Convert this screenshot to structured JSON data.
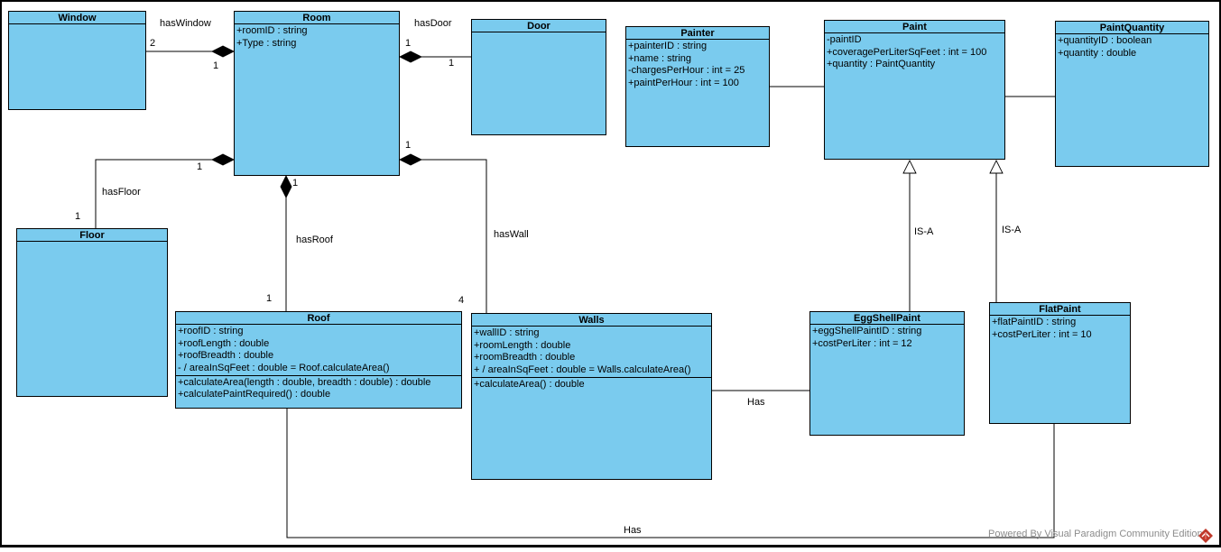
{
  "diagram": {
    "type": "uml-class-diagram",
    "classes": [
      {
        "name": "Window",
        "attributes": [],
        "operations": []
      },
      {
        "name": "Room",
        "attributes": [
          "+roomID : string",
          "+Type : string"
        ],
        "operations": []
      },
      {
        "name": "Door",
        "attributes": [],
        "operations": []
      },
      {
        "name": "Painter",
        "attributes": [
          "+painterID : string",
          "+name : string",
          "-chargesPerHour : int = 25",
          "+paintPerHour : int = 100"
        ],
        "operations": []
      },
      {
        "name": "Paint",
        "attributes": [
          "-paintID",
          "+coveragePerLiterSqFeet : int = 100",
          "+quantity : PaintQuantity"
        ],
        "operations": []
      },
      {
        "name": "PaintQuantity",
        "attributes": [
          "+quantityID : boolean",
          "+quantity : double"
        ],
        "operations": []
      },
      {
        "name": "Floor",
        "attributes": [],
        "operations": []
      },
      {
        "name": "Roof",
        "attributes": [
          "+roofID : string",
          "+roofLength : double",
          "+roofBreadth : double",
          "- / areaInSqFeet : double = Roof.calculateArea()"
        ],
        "operations": [
          "+calculateArea(length : double, breadth : double) : double",
          "+calculatePaintRequired() : double"
        ]
      },
      {
        "name": "Walls",
        "attributes": [
          "+wallID : string",
          "+roomLength : double",
          "+roomBreadth : double",
          "+ / areaInSqFeet : double = Walls.calculateArea()"
        ],
        "operations": [
          "+calculateArea() : double"
        ]
      },
      {
        "name": "EggShellPaint",
        "attributes": [
          "+eggShellPaintID : string",
          "+costPerLiter : int = 12"
        ],
        "operations": []
      },
      {
        "name": "FlatPaint",
        "attributes": [
          "+flatPaintID : string",
          "+costPerLiter : int = 10"
        ],
        "operations": []
      }
    ],
    "associations": {
      "hasWindow": {
        "label": "hasWindow",
        "mult_window": "2",
        "mult_room": "1"
      },
      "hasDoor": {
        "label": "hasDoor",
        "mult_room": "1",
        "mult_door": "1"
      },
      "hasFloor": {
        "label": "hasFloor",
        "mult_room": "1",
        "mult_floor": "1"
      },
      "hasRoof": {
        "label": "hasRoof",
        "mult_room": "1",
        "mult_roof": "1"
      },
      "hasWall": {
        "label": "hasWall",
        "mult_room": "1",
        "mult_walls": "4"
      },
      "isA_eggshell": {
        "label": "IS-A"
      },
      "isA_flat": {
        "label": "IS-A"
      },
      "has_walls_eggshell": {
        "label": "Has"
      },
      "has_roof_flatpaint": {
        "label": "Has"
      }
    },
    "watermark": "Powered By Visual Paradigm Community Edition",
    "colors": {
      "class_fill": "#7ACBEE",
      "line": "#000000",
      "watermark_text": "#8c8c8c",
      "logo_red": "#C0392B"
    }
  }
}
